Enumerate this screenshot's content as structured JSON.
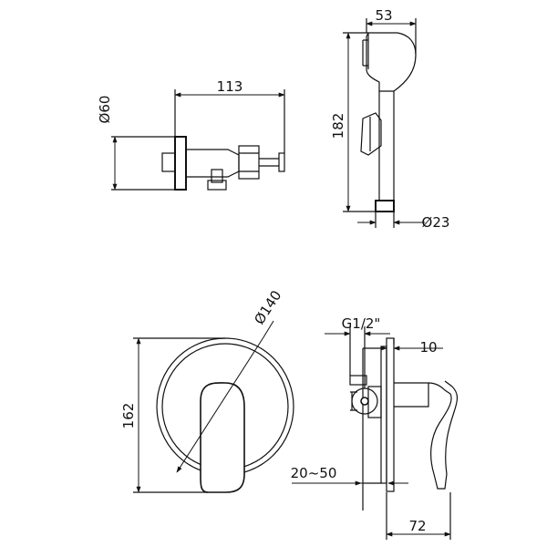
{
  "drawing": {
    "dimensions": {
      "holder_diameter": "Ø60",
      "holder_depth": "113",
      "handshower_width": "53",
      "handshower_length": "182",
      "handshower_diameter": "Ø23",
      "plate_diameter": "Ø140",
      "plate_height": "162",
      "thread": "G1/2\"",
      "plate_thickness": "10",
      "wall_depth": "20~50",
      "mixer_depth": "72"
    }
  }
}
